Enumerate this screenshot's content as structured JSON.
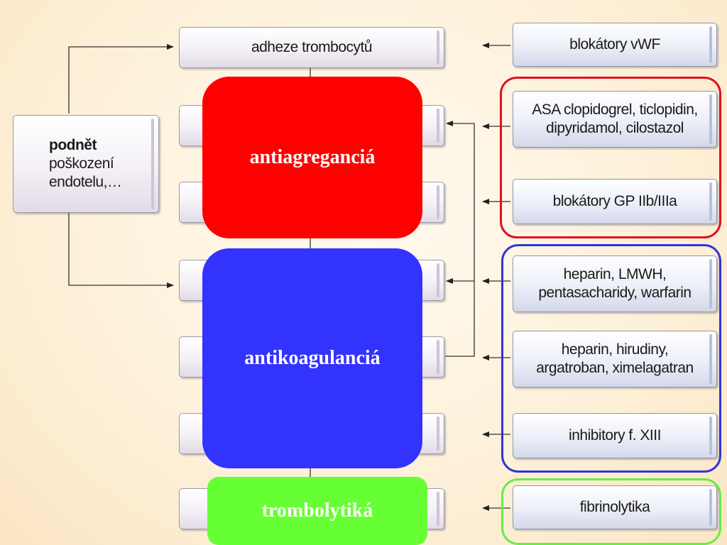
{
  "diagram": {
    "stimulus": {
      "title": "podnět",
      "line1": "poškození",
      "line2": "endotelu,…"
    },
    "cascade": {
      "step1": "adheze trombocytů"
    },
    "overlays": {
      "antiplatelet": "antiagreganciá",
      "anticoagulant": "antikoagulanciá",
      "thrombolytic": "trombolytiká"
    },
    "drugs": {
      "vwf_blockers": "blokátory vWF",
      "asa_line1": "ASA clopidogrel, ticlopidin,",
      "asa_line2": "dipyridamol, cilostazol",
      "gp_blockers": "blokátory GP IIb/IIIa",
      "heparin1_line1": "heparin, LMWH,",
      "heparin1_line2": "pentasacharidy, warfarin",
      "heparin2_line1": "heparin, hirudiny,",
      "heparin2_line2": "argatroban, ximelagatran",
      "xiii_inhibitors": "inhibitory f. XIII",
      "fibrinolytics": "fibrinolytika"
    },
    "colors": {
      "antiplatelet": "#ff0000",
      "anticoagulant": "#3333ff",
      "thrombolytic": "#66ff33",
      "antiplatelet_group_border": "#e01020",
      "anticoagulant_group_border": "#3333dd",
      "thrombolytic_group_border": "#66ee44"
    }
  }
}
